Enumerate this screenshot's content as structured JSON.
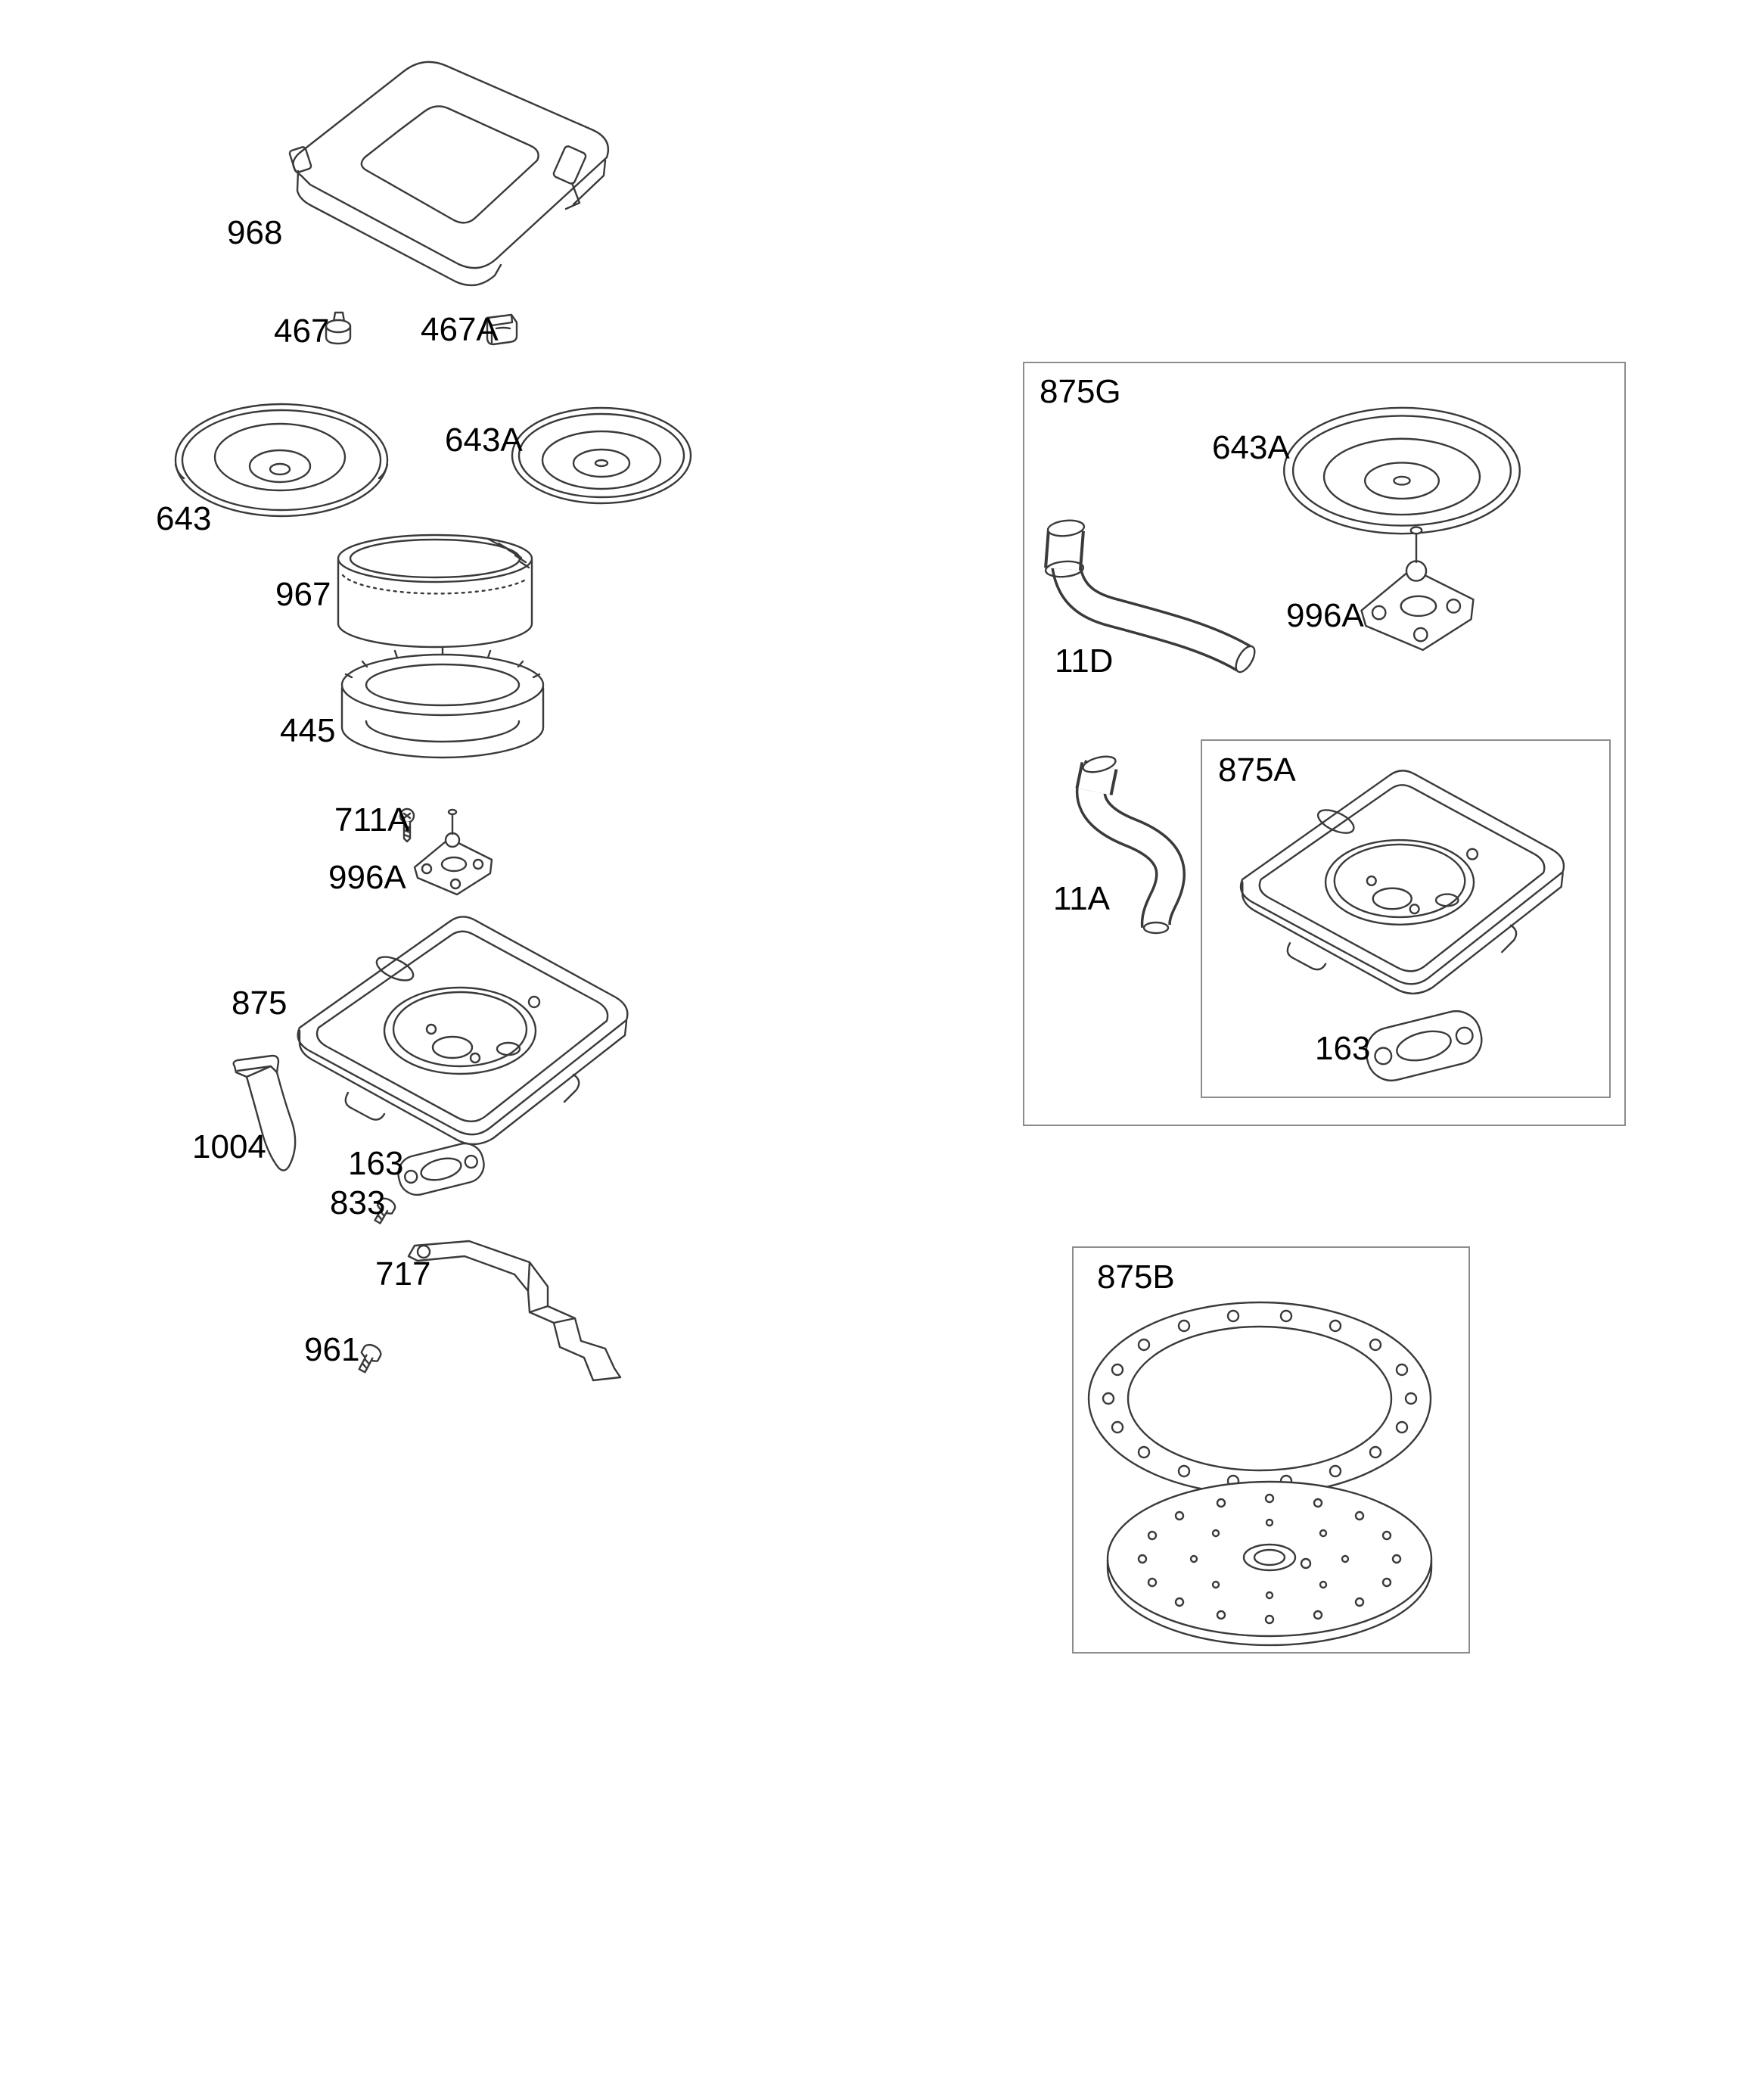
{
  "diagram": {
    "type": "engine-air-cleaner-parts-diagram",
    "colors": {
      "background": "#ffffff",
      "line": "#3a3a3a",
      "box_border": "#8c8c8c",
      "text": "#000000"
    }
  },
  "labels": {
    "p968": "968",
    "p467": "467",
    "p467A": "467A",
    "p643A_left": "643A",
    "p643": "643",
    "p967": "967",
    "p445": "445",
    "p711A": "711A",
    "p996A_left": "996A",
    "p875": "875",
    "p1004": "1004",
    "p163_left": "163",
    "p833": "833",
    "p717": "717",
    "p961": "961",
    "box875G": "875G",
    "p643A_875G": "643A",
    "p996A_875G": "996A",
    "p11D": "11D",
    "p11A": "11A",
    "box875A": "875A",
    "p163_875A": "163",
    "box875B": "875B"
  }
}
